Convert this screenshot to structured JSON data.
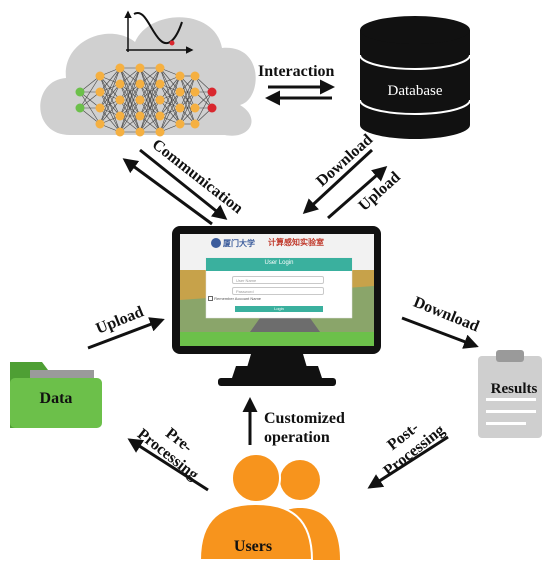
{
  "labels": {
    "interaction": "Interaction",
    "database": "Database",
    "communication": "Communication",
    "download_db": "Download",
    "upload_db": "Upload",
    "upload_data": "Upload",
    "download_results": "Download",
    "data": "Data",
    "results": "Results",
    "pre_processing_1": "Pre-",
    "pre_processing_2": "Processing",
    "post_processing_1": "Post-",
    "post_processing_2": "Processing",
    "customized_1": "Customized",
    "customized_2": "operation",
    "users": "Users"
  },
  "screen": {
    "logo_text": "厦门大学",
    "lab_name": "计算感知实验室",
    "login_title": "User Login",
    "username_placeholder": "User Name",
    "password_placeholder": "Password",
    "remember_label": "Remember Account Name",
    "login_button": "Login"
  },
  "colors": {
    "cloud": "#d0d0d0",
    "neuron_input": "#6cc04a",
    "neuron_hidden": "#f5b041",
    "neuron_output": "#d9272e",
    "database": "#111111",
    "folder": "#6cc04a",
    "clipboard": "#cfcfcf",
    "users": "#f7941d",
    "screen_bar": "#6cc04a",
    "login_header": "#3ab09e"
  }
}
